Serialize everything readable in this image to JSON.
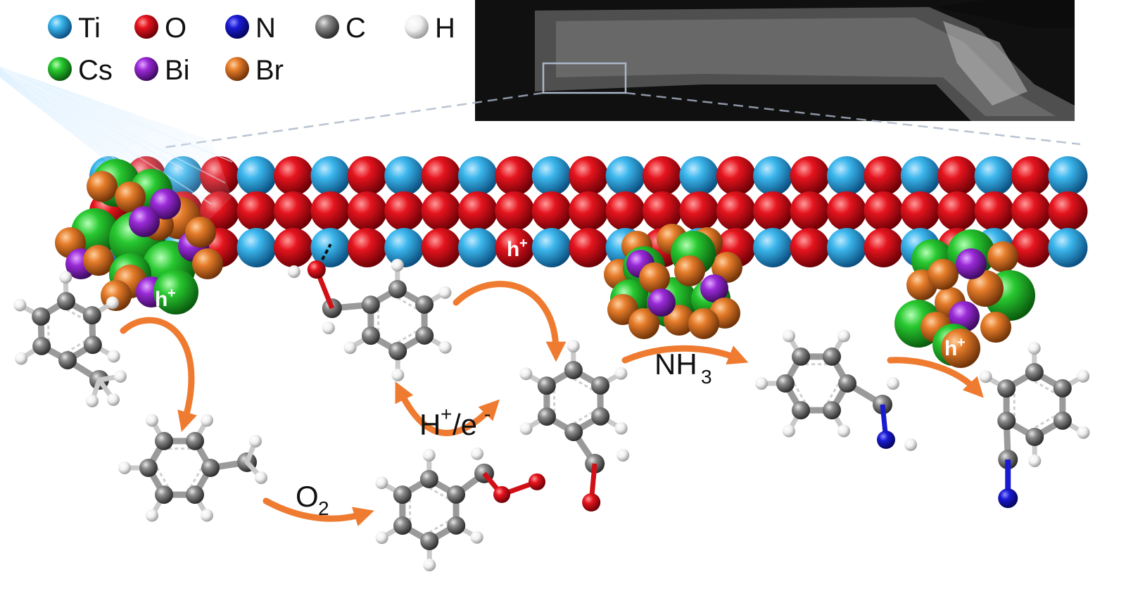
{
  "legend": [
    {
      "symbol": "Ti",
      "color": "#2aa8e0"
    },
    {
      "symbol": "O",
      "color": "#e0141e"
    },
    {
      "symbol": "N",
      "color": "#1a1ad0"
    },
    {
      "symbol": "C",
      "color": "#7a7a7a"
    },
    {
      "symbol": "H",
      "color": "#eeeeee"
    },
    {
      "symbol": "Cs",
      "color": "#22c42c"
    },
    {
      "symbol": "Bi",
      "color": "#9a2ad8"
    },
    {
      "symbol": "Br",
      "color": "#e07b28"
    }
  ],
  "labels": {
    "hole": "h",
    "hole_sup": "+",
    "o2": "O",
    "o2_sub": "2",
    "h_plus_e_H": "H",
    "h_plus_e_plus": "+",
    "h_plus_e_slash": "/e",
    "h_plus_e_minus": "-",
    "nh3": "NH",
    "nh3_sub": "3"
  },
  "colors": {
    "arrow": "#ee7b30",
    "micrograph_bg": "#141414",
    "box": "#aab6c8"
  }
}
